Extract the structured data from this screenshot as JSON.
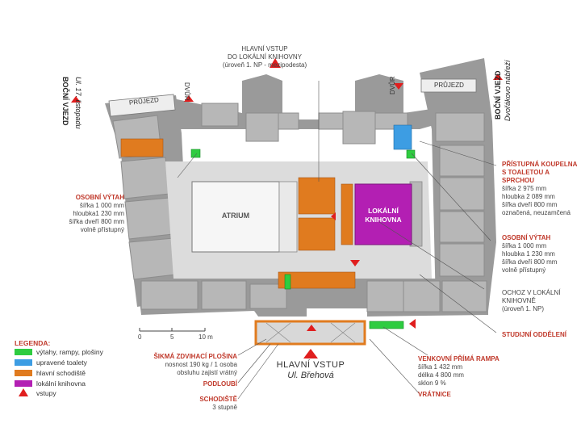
{
  "colors": {
    "wall": "#8c8c8c",
    "room": "#b7b7b7",
    "corridor": "#dcdcdc",
    "atrium": "#f4f4f4",
    "lift": "#2ecc40",
    "toilet": "#3d9de3",
    "stairs": "#e07b1f",
    "library": "#b31fb3",
    "entrance": "#e01e1e",
    "label_title": "#c0392b"
  },
  "top": {
    "main_entrance_title": "HLAVNÍ VSTUP",
    "main_entrance_line2": "DO LOKÁLNÍ KNIHOVNY",
    "main_entrance_line3": "(úroveň 1. NP - mezipodesta)"
  },
  "left_street": {
    "line1": "BOČNÍ VJEZD",
    "line2": "Ul. 17. listopadu"
  },
  "right_street": {
    "line1": "BOČNÍ VJEZD",
    "line2": "Dvořákovo nábřeží"
  },
  "pruchod_left": "PRŮJEZD",
  "pruchod_right": "PRŮJEZD",
  "dvur_left": "DVŮR",
  "dvur_right": "DVŮR",
  "rooms": {
    "atrium": "ATRIUM",
    "library_line1": "LOKÁLNÍ",
    "library_line2": "KNIHOVNA"
  },
  "left_lift": {
    "title": "OSOBNÍ VÝTAH",
    "l1": "šířka 1 000 mm",
    "l2": "hloubka1 230 mm",
    "l3": "šířka dveří 800 mm",
    "l4": "volně přístupný"
  },
  "toilet_label": {
    "title1": "PŘÍSTUPNÁ KOUPELNA",
    "title2": "S TOALETOU A SPRCHOU",
    "l1": "šířka 2 975 mm",
    "l2": "hloubka 2 089 mm",
    "l3": "šířka dveří 800 mm",
    "l4": "označená, neuzamčená"
  },
  "right_lift": {
    "title": "OSOBNÍ VÝTAH",
    "l1": "šířka 1 000 mm",
    "l2": "hloubka 1 230 mm",
    "l3": "šířka dveří 800 mm",
    "l4": "volně přístupný"
  },
  "library_entry": {
    "l1": "OCHOZ V LOKÁLNÍ",
    "l2": "KNIHOVNĚ",
    "l3": "(úroveň 1. NP)"
  },
  "study_dept": "STUDIJNÍ ODDĚLENÍ",
  "ramp": {
    "title": "VENKOVNÍ PŘÍMÁ RAMPA",
    "l1": "šířka 1 432 mm",
    "l2": "délka 4 800 mm",
    "l3": "sklon 9 %"
  },
  "porter": "VRÁTNICE",
  "platform": {
    "title": "ŠIKMÁ ZDVIHACÍ PLOŠINA",
    "l1": "nosnost 190 kg / 1 osoba",
    "l2": "obsluhu zajistí vrátný"
  },
  "podlubi": "PODLOUBÍ",
  "schodiste": {
    "title": "SCHODIŠTĚ",
    "l1": "3 stupně"
  },
  "main_bottom": {
    "line1": "HLAVNÍ VSTUP",
    "line2": "Ul. Břehová"
  },
  "scale": {
    "t0": "0",
    "t1": "5",
    "t2": "10 m"
  },
  "legend": {
    "title": "LEGENDA:",
    "items": [
      {
        "label": "výtahy, rampy, plošiny",
        "color": "#2ecc40"
      },
      {
        "label": "upravené toalety",
        "color": "#3d9de3"
      },
      {
        "label": "hlavní schodiště",
        "color": "#e07b1f"
      },
      {
        "label": "lokální knihovna",
        "color": "#b31fb3"
      },
      {
        "label": "vstupy",
        "color": "#e01e1e"
      }
    ]
  }
}
